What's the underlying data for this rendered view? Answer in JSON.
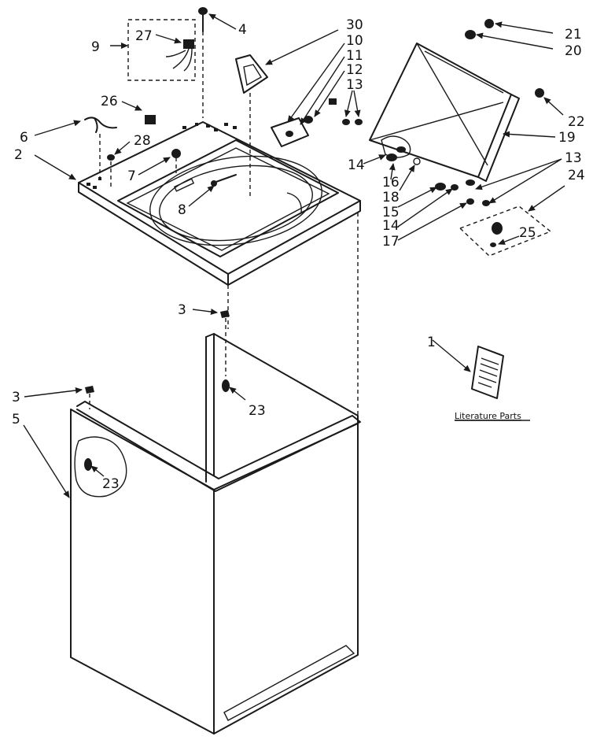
{
  "callouts": {
    "c1": "1",
    "c2": "2",
    "c3a": "3",
    "c3b": "3",
    "c4": "4",
    "c5": "5",
    "c6": "6",
    "c7": "7",
    "c8": "8",
    "c9": "9",
    "c10": "10",
    "c11": "11",
    "c12": "12",
    "c13a": "13",
    "c13b": "13",
    "c14a": "14",
    "c14b": "14",
    "c15": "15",
    "c16": "16",
    "c17": "17",
    "c18": "18",
    "c19": "19",
    "c20": "20",
    "c21": "21",
    "c22": "22",
    "c23a": "23",
    "c23b": "23",
    "c24": "24",
    "c25": "25",
    "c26": "26",
    "c27": "27",
    "c28": "28",
    "c30": "30"
  },
  "literature_caption": "Literature Parts"
}
